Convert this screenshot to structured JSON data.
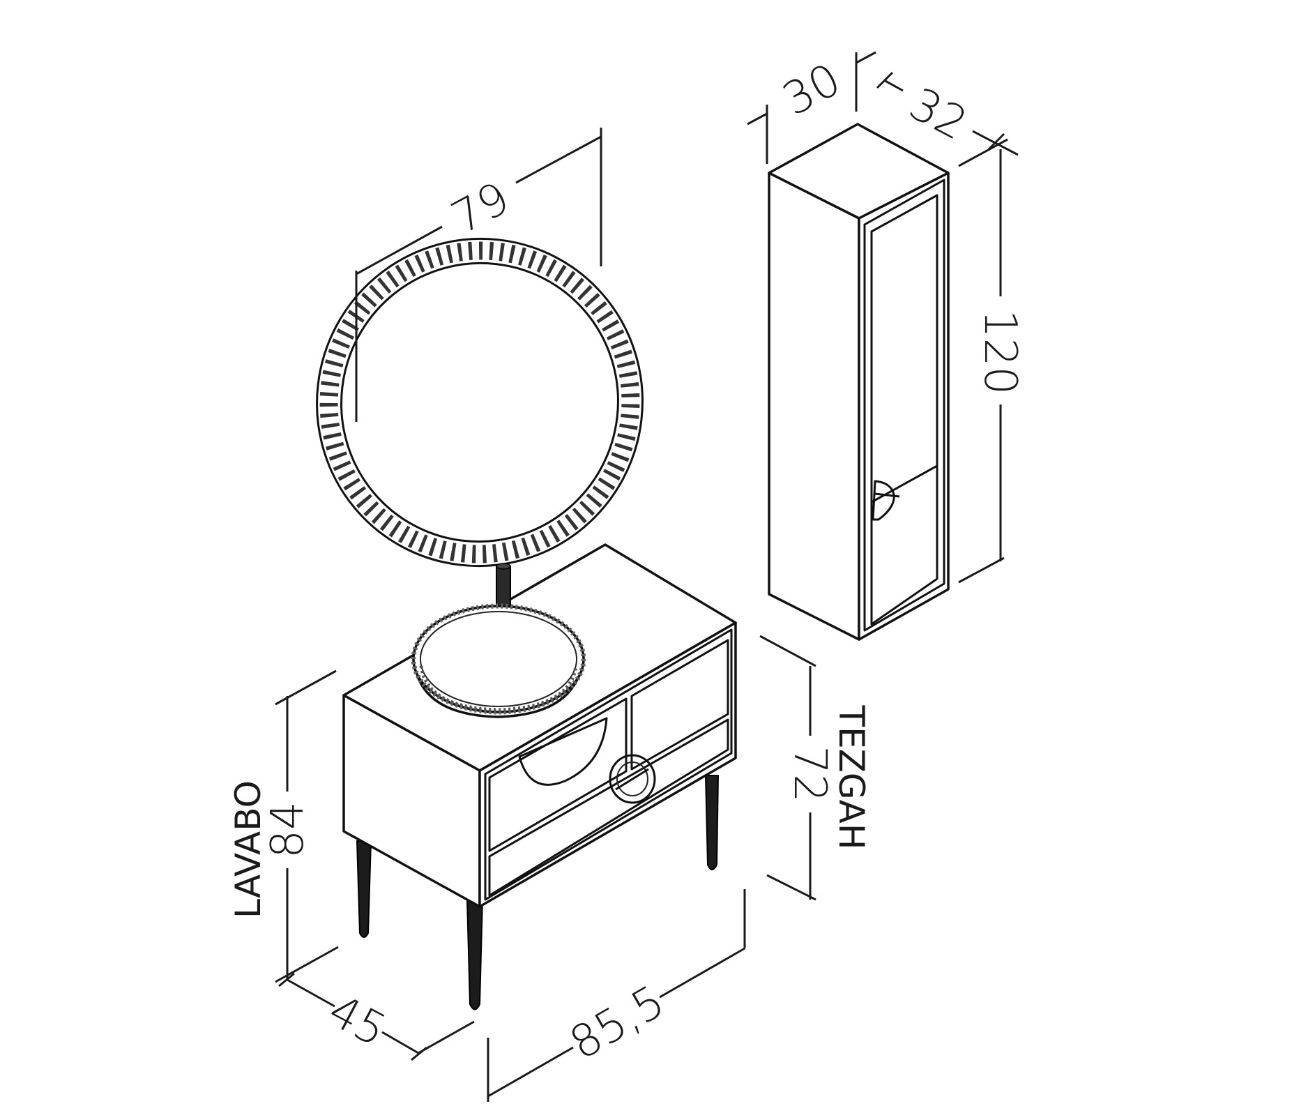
{
  "dimensions": {
    "mirror_width": "79",
    "cabinet_depth": "30",
    "cabinet_width": "32",
    "cabinet_height": "120",
    "vanity_height": "84",
    "vanity_label": "LAVABO",
    "counter_height": "72",
    "counter_label": "TEZGAH",
    "vanity_depth": "45",
    "vanity_width": "85,5"
  }
}
